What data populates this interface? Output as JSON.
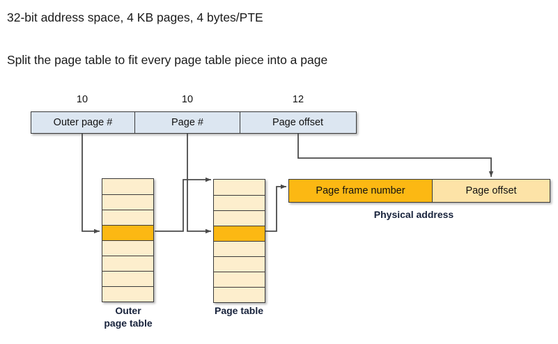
{
  "heading": {
    "line_1": "32-bit address space, 4 KB pages, 4 bytes/PTE",
    "line_2": "Split the page table to fit every page table piece into a page"
  },
  "virtual_address": {
    "bit_labels": [
      "10",
      "10",
      "12"
    ],
    "fields": [
      {
        "label": "Outer page #"
      },
      {
        "label": "Page #"
      },
      {
        "label": "Page offset"
      }
    ],
    "fill_color": "#dce6f1",
    "border_color": "#3a3a3a"
  },
  "outer_page_table": {
    "caption": "Outer\npage table",
    "caption_line_1": "Outer",
    "caption_line_2": "page table",
    "row_count": 8,
    "highlighted_row_index": 3,
    "row_fill": "#fdeecd",
    "highlight_fill": "#fcb813"
  },
  "inner_page_table": {
    "caption": "Page table",
    "row_count": 8,
    "highlighted_row_index": 3,
    "row_fill": "#fdeecd",
    "highlight_fill": "#fcb813"
  },
  "physical_address": {
    "caption": "Physical address",
    "fields": [
      {
        "label": "Page frame number",
        "fill": "#fcb813"
      },
      {
        "label": "Page offset",
        "fill": "#fde3a7"
      }
    ]
  },
  "connectors": {
    "line_color": "#4a4a4a",
    "items": [
      {
        "name": "outer-page-num-to-outer-table"
      },
      {
        "name": "page-num-to-page-table-row"
      },
      {
        "name": "outer-table-entry-to-page-table"
      },
      {
        "name": "page-table-entry-to-frame-number"
      },
      {
        "name": "page-offset-to-physical-offset"
      }
    ]
  }
}
